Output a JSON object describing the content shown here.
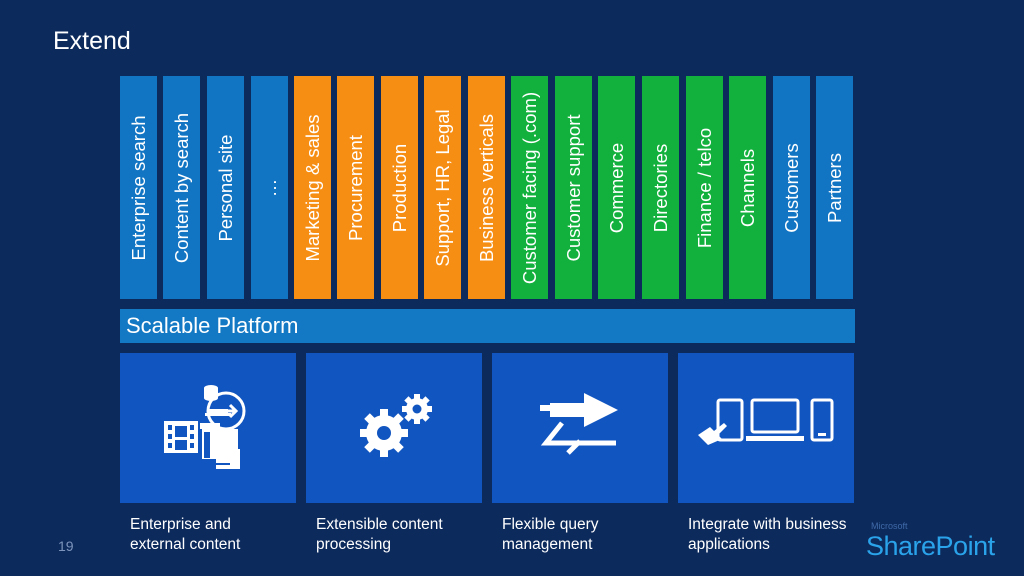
{
  "slide": {
    "title": "Extend",
    "page_number": "19"
  },
  "colors": {
    "background": "#0d2a5c",
    "blue": "#1275c3",
    "orange": "#f78e14",
    "green": "#12b03c",
    "tile": "#1155c0",
    "platform": "#1379c4"
  },
  "columns": [
    {
      "label": "Enterprise search",
      "color": "blue"
    },
    {
      "label": "Content by search",
      "color": "blue"
    },
    {
      "label": "Personal site",
      "color": "blue"
    },
    {
      "label": "…",
      "color": "blue"
    },
    {
      "label": "Marketing & sales",
      "color": "orange"
    },
    {
      "label": "Procurement",
      "color": "orange"
    },
    {
      "label": "Production",
      "color": "orange"
    },
    {
      "label": "Support, HR, Legal",
      "color": "orange"
    },
    {
      "label": "Business verticals",
      "color": "orange"
    },
    {
      "label": "Customer facing (.com)",
      "color": "green"
    },
    {
      "label": "Customer support",
      "color": "green"
    },
    {
      "label": "Commerce",
      "color": "green"
    },
    {
      "label": "Directories",
      "color": "green"
    },
    {
      "label": "Finance / telco",
      "color": "green"
    },
    {
      "label": "Channels",
      "color": "green"
    },
    {
      "label": "Customers",
      "color": "blue"
    },
    {
      "label": "Partners",
      "color": "blue"
    }
  ],
  "platform": {
    "label": "Scalable Platform"
  },
  "tiles": [
    {
      "icon": "content-sources-icon",
      "caption_line1": "Enterprise and",
      "caption_line2": "external content"
    },
    {
      "icon": "gears-icon",
      "caption_line1": "Extensible content",
      "caption_line2": "processing"
    },
    {
      "icon": "query-arrow-icon",
      "caption_line1": "Flexible query",
      "caption_line2": "management"
    },
    {
      "icon": "devices-icon",
      "caption_line1": "Integrate with business",
      "caption_line2": "applications"
    }
  ],
  "logo": {
    "small": "Microsoft",
    "big": "SharePoint"
  }
}
